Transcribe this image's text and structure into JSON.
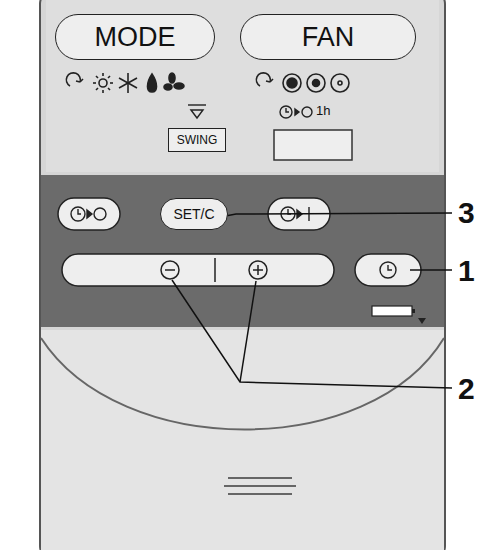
{
  "diagram": {
    "nodes": [
      {
        "text": [
          "MODE"
        ]
      },
      {
        "text": [
          "FAN"
        ]
      },
      {
        "text": [
          "SWING"
        ]
      },
      {
        "text": [
          "SET/C"
        ]
      }
    ],
    "labels": [
      "1h",
      "3",
      "1",
      "2"
    ]
  }
}
